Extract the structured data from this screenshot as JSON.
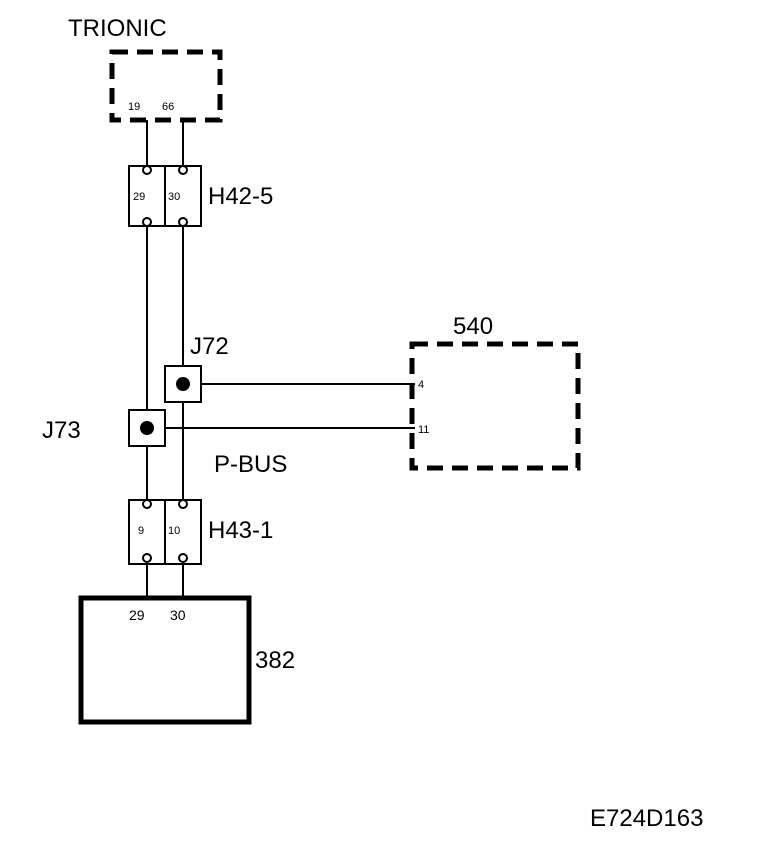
{
  "components": {
    "trionic": {
      "label": "TRIONIC",
      "pin_a": "19",
      "pin_b": "66"
    },
    "h42": {
      "label": "H42-5",
      "pin_a": "29",
      "pin_b": "30"
    },
    "j72": {
      "label": "J72"
    },
    "j73": {
      "label": "J73"
    },
    "m540": {
      "label": "540",
      "pin_a": "4",
      "pin_b": "11"
    },
    "bus": {
      "label": "P-BUS"
    },
    "h43": {
      "label": "H43-1",
      "pin_a": "9",
      "pin_b": "10"
    },
    "m382": {
      "label": "382",
      "pin_a": "29",
      "pin_b": "30"
    }
  },
  "diagram_code": "E724D163"
}
